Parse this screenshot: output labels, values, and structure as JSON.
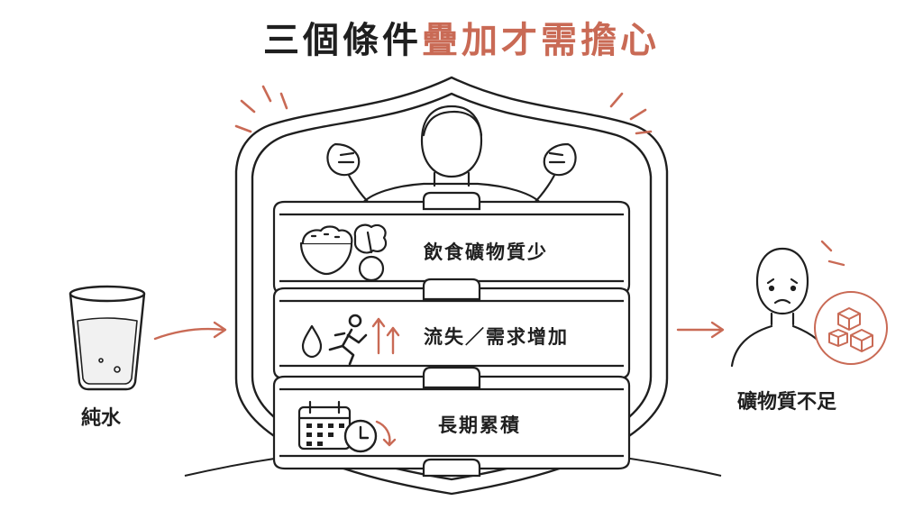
{
  "title": {
    "dark": "三個條件",
    "accent": "疊加才需擔心"
  },
  "left_label": "純水",
  "right_label": "礦物質不足",
  "tiers": [
    {
      "label": "飲食礦物質少",
      "icon": "rice-bowl-vegetable-icon"
    },
    {
      "label": "流失／需求增加",
      "icon": "water-drop-runner-arrows-icon"
    },
    {
      "label": "長期累積",
      "icon": "calendar-clock-icon"
    }
  ],
  "colors": {
    "ink": "#1f1f1f",
    "accent": "#c96a55"
  }
}
